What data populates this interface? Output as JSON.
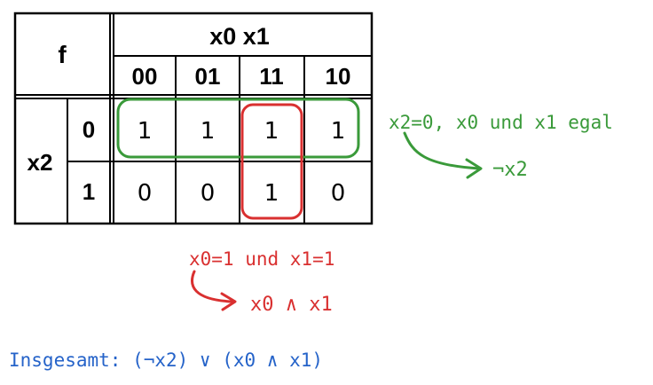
{
  "table": {
    "function_label": "f",
    "column_variables": "x0 x1",
    "row_variable": "x2",
    "column_headers": [
      "00",
      "01",
      "11",
      "10"
    ],
    "row_headers": [
      "0",
      "1"
    ],
    "cells": [
      [
        "1",
        "1",
        "1",
        "1"
      ],
      [
        "0",
        "0",
        "1",
        "0"
      ]
    ]
  },
  "groups": {
    "green": {
      "condition": "x2=0, x0 und x1 egal",
      "result": "¬x2",
      "color": "#3a9a3a"
    },
    "red": {
      "condition": "x0=1 und x1=1",
      "result": "x0 ∧ x1",
      "color": "#d93030"
    }
  },
  "summary": {
    "text": "Insgesamt: (¬x2) ∨ (x0 ∧ x1)",
    "color": "#2563c9"
  }
}
